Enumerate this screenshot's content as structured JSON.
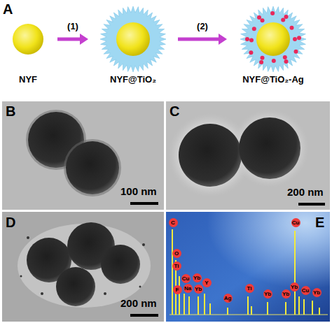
{
  "diagram": {
    "nodes": [
      {
        "text": [
          "NYF"
        ]
      },
      {
        "text": [
          "NYF@TiO₂"
        ]
      },
      {
        "text": [
          "NYF@TiO₂-Ag"
        ]
      }
    ],
    "edges": [
      {
        "from": 0,
        "to": 1,
        "arrow": "to",
        "label": "(1)"
      },
      {
        "from": 1,
        "to": 2,
        "arrow": "to",
        "label": "(2)"
      }
    ],
    "labels": [
      "A",
      "B",
      "100 nm",
      "C",
      "200 nm",
      "D",
      "200 nm",
      "E",
      "C",
      "O",
      "Ti",
      "Cu",
      "Yb",
      "F",
      "Na",
      "Yb",
      "Y",
      "Ag",
      "Ti",
      "Yb",
      "Yb",
      "Cu",
      "Yb",
      "Cu",
      "Yb"
    ]
  }
}
